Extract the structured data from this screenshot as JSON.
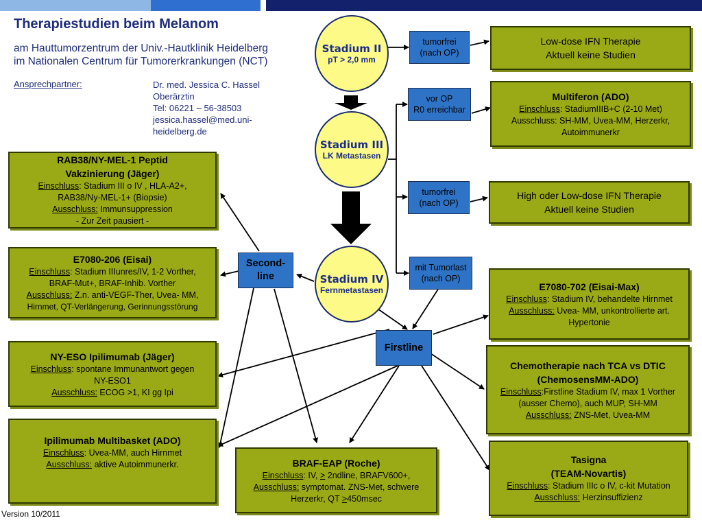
{
  "header": {
    "title": "Therapiestudien beim Melanom",
    "subtitle_line1": "am Hauttumorzentrum der Univ.-Hautklinik Heidelberg",
    "subtitle_line2": "im Nationalen Centrum für Tumorerkrankungen (NCT)",
    "bar_colors": [
      "#8fb7e6",
      "#2f6fd0",
      "#ffffff",
      "#13206b"
    ]
  },
  "contact": {
    "label": "Ansprechpartner:",
    "name": "Dr. med. Jessica C. Hassel",
    "role": "Oberärztin",
    "phone": "Tel: 06221 – 56-38503",
    "email_line1": "jessica.hassel@med.uni-",
    "email_line2": "heidelberg.de"
  },
  "footer": {
    "version": "Version 10/2011"
  },
  "stages": [
    {
      "name": "Stadium II",
      "sub": "pT > 2,0  mm"
    },
    {
      "name": "Stadium III",
      "sub": "LK Metastasen"
    },
    {
      "name": "Stadium IV",
      "sub": "Fernmetastasen"
    }
  ],
  "decisions": {
    "tumorfrei1_l1": "tumorfrei",
    "tumorfrei1_l2": "(nach OP)",
    "vorop_l1": "vor OP",
    "vorop_l2": "R0 erreichbar",
    "tumorfrei2_l1": "tumorfrei",
    "tumorfrei2_l2": "(nach OP)",
    "tumorlast_l1": "mit Tumorlast",
    "tumorlast_l2": "(nach OP)",
    "second_l1": "Second-",
    "second_l2": "line",
    "firstline": "Firstline"
  },
  "studies": {
    "lowdose": {
      "l1": "Low-dose IFN Therapie",
      "l2": "Aktuell keine Studien"
    },
    "multiferon": {
      "title": "Multiferon (ADO)",
      "ein_label": "Einschluss",
      "ein": ": StadiumIIIB+C (2-10 Met)",
      "aus": "Ausschluss: SH-MM, Uvea-MM, Herzerkr,",
      "aus2": "Autoimmunerkr"
    },
    "highlow": {
      "l1": "High oder Low-dose IFN Therapie",
      "l2": "Aktuell keine Studien"
    },
    "e7080_702": {
      "title": "E7080-702 (Eisai-Max)",
      "ein_label": "Einschluss",
      "ein": ": Stadium IV, behandelte Hirnmet",
      "aus_label": "Ausschluss:",
      "aus": " Uvea- MM, unkontrollierte art.",
      "aus2": "Hypertonie"
    },
    "chemo": {
      "title1": "Chemotherapie nach TCA vs DTIC",
      "title2": "(ChemosensMM-ADO)",
      "ein_label": "Einschluss",
      "ein": ":Firstline Stadium IV, max 1 Vorther",
      "ein2": "(ausser Chemo), auch MUP, SH-MM",
      "aus_label": "Ausschluss:",
      "aus": " ZNS-Met, Uvea-MM"
    },
    "tasigna": {
      "title1": "Tasigna",
      "title2": "(TEAM-Novartis)",
      "ein_label": "Einschluss",
      "ein": ": Stadium IIIc o IV, c-kit Mutation",
      "aus_label": "Ausschluss:",
      "aus": " Herzinsuffizienz"
    },
    "braf": {
      "title": "BRAF-EAP (Roche)",
      "ein_label": "Einschluss",
      "ein_a": ": IV, ",
      "ein_ge": ">",
      "ein_b": " 2ndline, BRAFV600+,",
      "aus_label": "Ausschluss:",
      "aus": " symptomat. ZNS-Met, schwere",
      "aus2_a": "Herzerkr, QT ",
      "aus2_ge": ">",
      "aus2_b": "450msec"
    },
    "ipimulti": {
      "title": "Ipilimumab Multibasket (ADO)",
      "ein_label": "Einschluss",
      "ein": ": Uvea-MM, auch Hirnmet",
      "aus_label": "Ausschluss:",
      "aus": " aktive Autoimmunerkr."
    },
    "nyeso": {
      "title": "NY-ESO Ipilimumab (Jäger)",
      "ein_label": "Einschluss",
      "ein": ": spontane Immunantwort gegen",
      "ein2": "NY-ESO1",
      "aus_label": "Ausschluss:",
      "aus": " ECOG >1, KI gg Ipi"
    },
    "e7080_206": {
      "title": "E7080-206 (Eisai)",
      "ein_label": "Einschluss",
      "ein": ": Stadium IIIunres/IV, 1-2 Vorther,",
      "ein2": "BRAF-Mut+, BRAF-Inhib. Vorther",
      "aus_label": "Ausschluss:",
      "aus": " Z.n. anti-VEGF-Ther, Uvea- MM,",
      "aus2": "Hirnmet, QT-Verlängerung, Gerinnungsstörung"
    },
    "rab38": {
      "title1": "RAB38/NY-MEL-1 Peptid",
      "title2": "Vakzinierung (Jäger)",
      "ein_label": "Einschluss",
      "ein": ": Stadium III o IV , HLA-A2+,",
      "ein2": "RAB38/Ny-MEL-1+ (Biopsie)",
      "aus_label": "Ausschluss:",
      "aus": " Immunsuppression",
      "note": "- Zur Zeit pausiert -"
    }
  }
}
